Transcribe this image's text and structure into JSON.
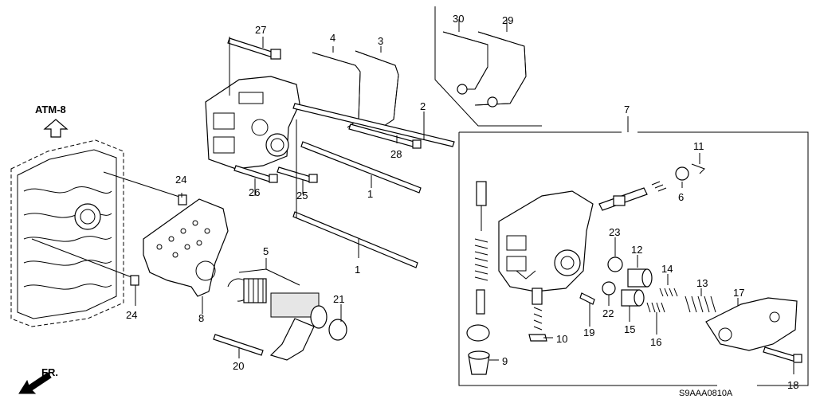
{
  "header": {
    "ref_code": "ATM-8",
    "diagram_code": "S9AAA0810A",
    "front_label": "FR."
  },
  "callouts": [
    {
      "id": "c1a",
      "text": "1"
    },
    {
      "id": "c1b",
      "text": "1"
    },
    {
      "id": "c2",
      "text": "2"
    },
    {
      "id": "c3",
      "text": "3"
    },
    {
      "id": "c4",
      "text": "4"
    },
    {
      "id": "c5",
      "text": "5"
    },
    {
      "id": "c6",
      "text": "6"
    },
    {
      "id": "c7",
      "text": "7"
    },
    {
      "id": "c8",
      "text": "8"
    },
    {
      "id": "c9",
      "text": "9"
    },
    {
      "id": "c10",
      "text": "10"
    },
    {
      "id": "c11",
      "text": "11"
    },
    {
      "id": "c12",
      "text": "12"
    },
    {
      "id": "c13",
      "text": "13"
    },
    {
      "id": "c14",
      "text": "14"
    },
    {
      "id": "c15",
      "text": "15"
    },
    {
      "id": "c16",
      "text": "16"
    },
    {
      "id": "c17",
      "text": "17"
    },
    {
      "id": "c18",
      "text": "18"
    },
    {
      "id": "c19",
      "text": "19"
    },
    {
      "id": "c20",
      "text": "20"
    },
    {
      "id": "c21",
      "text": "21"
    },
    {
      "id": "c22",
      "text": "22"
    },
    {
      "id": "c23",
      "text": "23"
    },
    {
      "id": "c24a",
      "text": "24"
    },
    {
      "id": "c24b",
      "text": "24"
    },
    {
      "id": "c25",
      "text": "25"
    },
    {
      "id": "c26",
      "text": "26"
    },
    {
      "id": "c27",
      "text": "27"
    },
    {
      "id": "c28",
      "text": "28"
    },
    {
      "id": "c29",
      "text": "29"
    },
    {
      "id": "c30",
      "text": "30"
    }
  ]
}
